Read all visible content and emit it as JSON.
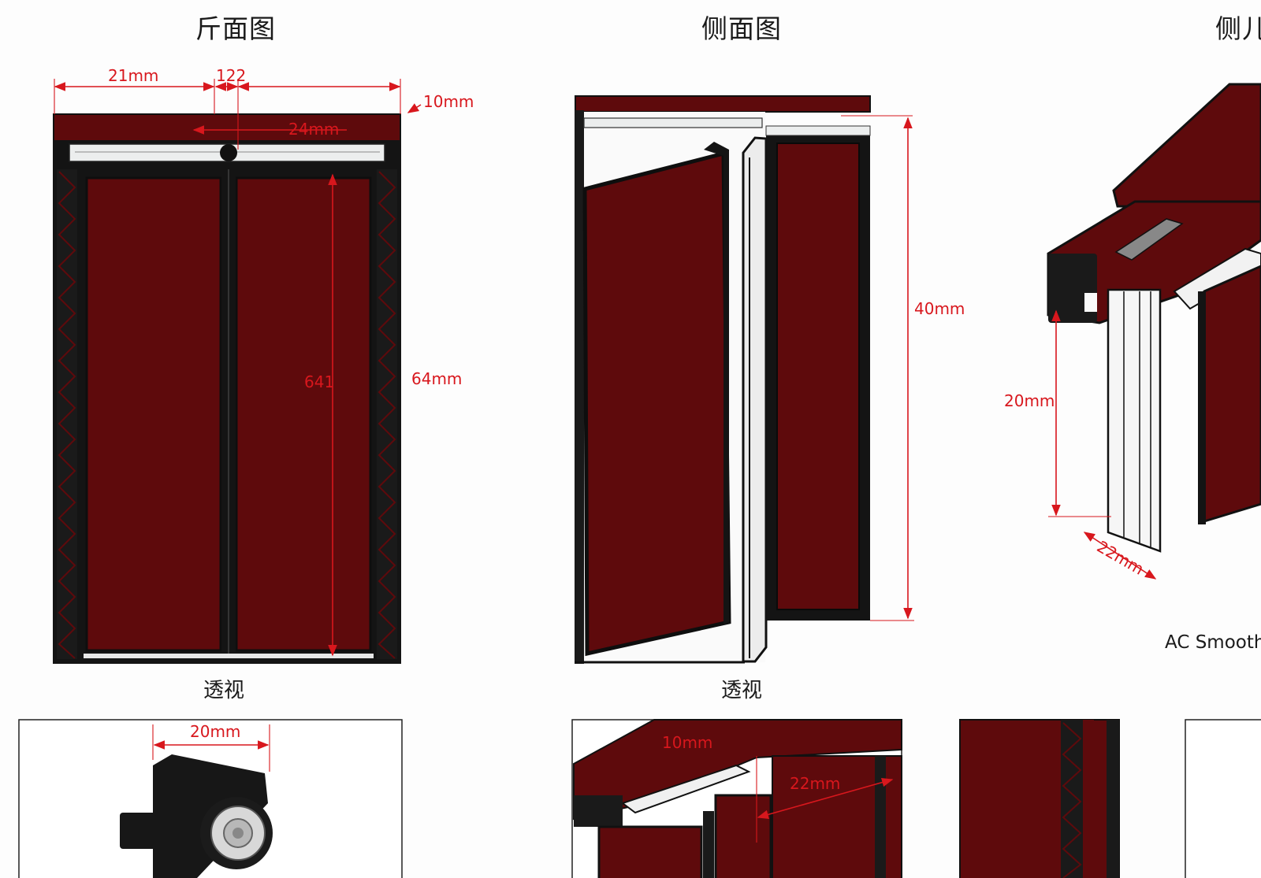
{
  "colors": {
    "panel": "#5e0a0c",
    "panel_dark": "#3f0406",
    "frame": "#141414",
    "dimension": "#d8171d",
    "rail": "#eceeee"
  },
  "titles": {
    "front": "斤面图",
    "side": "侧面图",
    "third": "侧儿"
  },
  "subtitles": {
    "left": "透视",
    "center": "透视"
  },
  "dims": {
    "front_width_left": "21mm",
    "front_gap": "122",
    "front_top_right": "10mm",
    "front_rail": "24mm",
    "front_inner_height": "641",
    "front_height": "64mm",
    "side_height": "40mm",
    "iso_height": "20mm",
    "iso_depth": "22mm",
    "roller_width": "20mm",
    "bottom_partial": "10mm",
    "bottom_depth": "22mm"
  },
  "notes": {
    "ac": "AC Smooth"
  }
}
